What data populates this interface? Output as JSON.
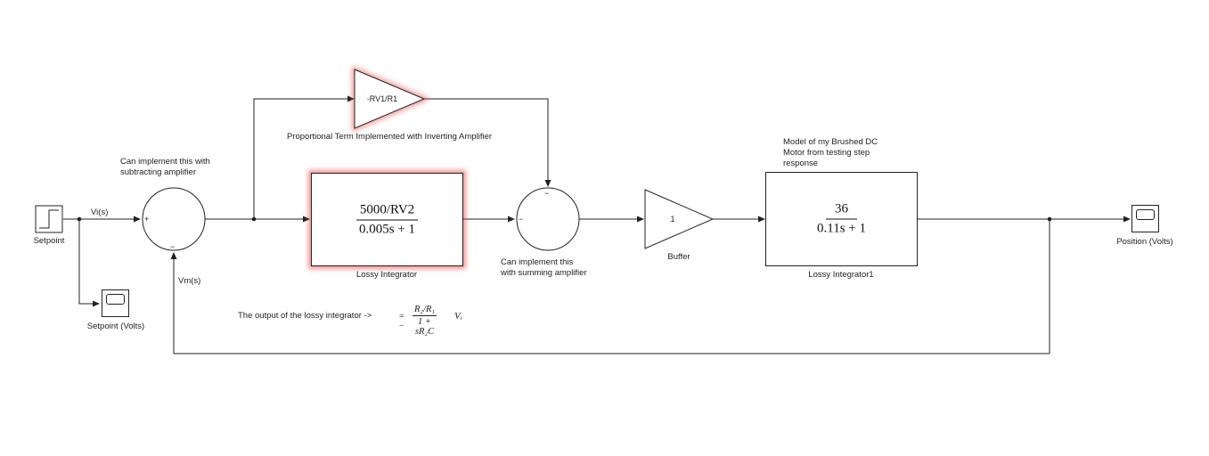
{
  "blocks": {
    "setpoint": {
      "label": "Setpoint"
    },
    "setpoint_scope": {
      "label": "Setpoint (Volts)"
    },
    "proportional_gain": {
      "text": "-RV1/R1",
      "caption": "Proportional Term Implemented with Inverting Amplifier"
    },
    "lossy_integrator": {
      "numerator": "5000/RV2",
      "denominator": "0.005s + 1",
      "label": "Lossy Integrator"
    },
    "buffer": {
      "text": "1",
      "label": "Buffer"
    },
    "motor_model": {
      "numerator": "36",
      "denominator": "0.11s + 1",
      "label": "Lossy Integrator1"
    },
    "position_scope": {
      "label": "Position (Volts)"
    },
    "sum1": {
      "plus": "+",
      "minus": "−"
    },
    "sum2": {
      "top": "−",
      "left": "−"
    }
  },
  "signals": {
    "vi": "Vi(s)",
    "vm": "Vm(s)"
  },
  "annotations": {
    "sum1_note": [
      "Can implement this with",
      "subtracting amplifier"
    ],
    "sum2_note": [
      "Can implement this",
      "with summing amplifier"
    ],
    "motor_note": [
      "Model of my Brushed DC",
      "Motor from testing step",
      "response"
    ],
    "lossy_output": "The output of the lossy integrator ->"
  },
  "formula": {
    "prefix": "= −",
    "numerator": "R₂/R₁",
    "denominator": "1 + sR₂C",
    "suffix": "Vᵢ"
  },
  "colors": {
    "line": "#222222",
    "highlight": "#e63c3c"
  }
}
